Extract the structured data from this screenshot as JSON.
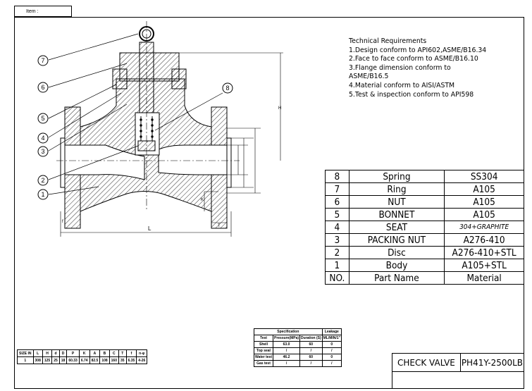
{
  "item_label": "Item :",
  "technical": {
    "title": "Technical Requirements",
    "lines": [
      "1.Design conform to API602,ASME/B16.34",
      "2.Face to face conform to ASME/B16.10",
      "3.Flange dimension conform to",
      "ASME/B16.5",
      "4.Material conform to AISI/ASTM",
      "5.Test & inspection conform to API598"
    ]
  },
  "parts": [
    {
      "no": "8",
      "name": "Spring",
      "material": "SS304"
    },
    {
      "no": "7",
      "name": "Ring",
      "material": "A105"
    },
    {
      "no": "6",
      "name": "NUT",
      "material": "A105"
    },
    {
      "no": "5",
      "name": "BONNET",
      "material": "A105"
    },
    {
      "no": "4",
      "name": "SEAT",
      "material": "304+GRAPHITE"
    },
    {
      "no": "3",
      "name": "PACKING NUT",
      "material": "A276-410"
    },
    {
      "no": "2",
      "name": "Disc",
      "material": "A276-410+STL"
    },
    {
      "no": "1",
      "name": "Body",
      "material": "A105+STL"
    },
    {
      "no": "NO.",
      "name": "Part Name",
      "material": "Material"
    }
  ],
  "size_table": {
    "headers": [
      "SIZE IN",
      "L",
      "H",
      "d",
      "D",
      "P",
      "K",
      "A",
      "B",
      "C",
      "T",
      "f",
      "n-φ"
    ],
    "row": [
      "1",
      "308",
      "125",
      "25",
      "18",
      "60.33",
      "6.74",
      "82.5",
      "108",
      "160",
      "35",
      "6.35",
      "4-26"
    ]
  },
  "spec_table": {
    "group_header": "Specification",
    "leak_header": "Leakage",
    "headers": [
      "Test",
      "Pressure(MPa)",
      "Duration (S)",
      "ML/MIN/1\""
    ],
    "rows": [
      [
        "Shell",
        "63.0",
        "60",
        "0"
      ],
      [
        "Top seal",
        "/",
        "/",
        "/"
      ],
      [
        "Water test",
        "46.2",
        "60",
        "0"
      ],
      [
        "Gas test",
        "/",
        "/",
        "/"
      ]
    ]
  },
  "title_block": {
    "name": "CHECK VALVE",
    "model": "PH41Y-2500LB"
  },
  "balloons": [
    "7",
    "6",
    "5",
    "4",
    "3",
    "2",
    "1",
    "8"
  ],
  "dims": {
    "L": "L",
    "H": "H",
    "T": "T",
    "f": "f",
    "K": "K"
  }
}
